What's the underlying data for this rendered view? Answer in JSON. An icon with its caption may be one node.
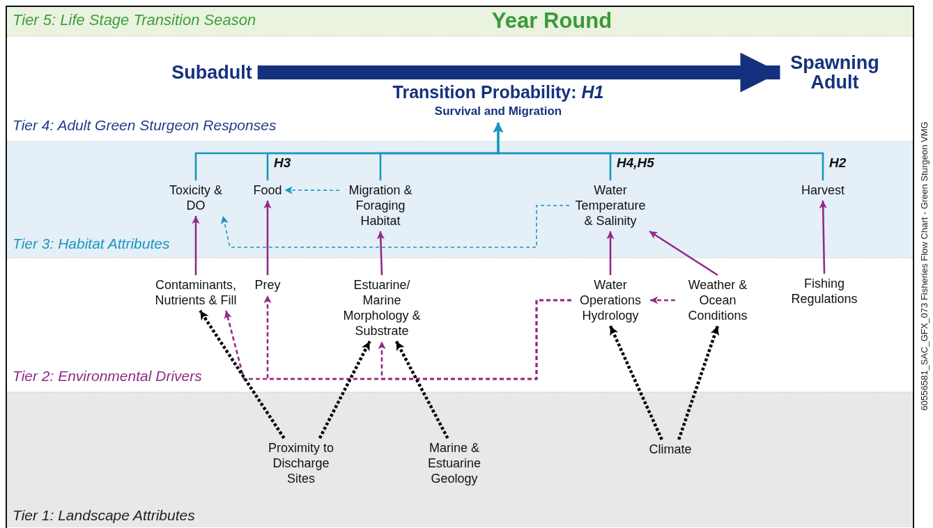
{
  "diagram": {
    "nodes": [
      {
        "text": [
          "Subadult"
        ]
      },
      {
        "text": [
          "Spawning Adult"
        ]
      },
      {
        "text": [
          "Transition Probability: *H1*",
          "Survival and Migration"
        ]
      },
      {
        "text": [
          "Toxicity & DO"
        ]
      },
      {
        "text": [
          "Food"
        ]
      },
      {
        "text": [
          "Migration & Foraging Habitat"
        ]
      },
      {
        "text": [
          "Water Temperature & Salinity"
        ]
      },
      {
        "text": [
          "Harvest"
        ]
      },
      {
        "text": [
          "Contaminants, Nutrients & Fill"
        ]
      },
      {
        "text": [
          "Prey"
        ]
      },
      {
        "text": [
          "Estuarine/ Marine Morphology & Substrate"
        ]
      },
      {
        "text": [
          "Water Operations Hydrology"
        ]
      },
      {
        "text": [
          "Weather & Ocean Conditions"
        ]
      },
      {
        "text": [
          "Fishing Regulations"
        ]
      },
      {
        "text": [
          "Proximity to Discharge Sites"
        ]
      },
      {
        "text": [
          "Marine & Estuarine Geology"
        ]
      },
      {
        "text": [
          "Climate"
        ]
      }
    ],
    "edges": [
      {
        "from": 0,
        "to": 1,
        "arrow": "to",
        "style": "thick",
        "color": "#15317e"
      },
      {
        "from": 3,
        "to": 2,
        "arrow": "to",
        "color": "#1a96bc"
      },
      {
        "from": 4,
        "to": 2,
        "arrow": "to",
        "color": "#1a96bc",
        "label": "H3"
      },
      {
        "from": 5,
        "to": 2,
        "arrow": "to",
        "color": "#1a96bc"
      },
      {
        "from": 6,
        "to": 2,
        "arrow": "to",
        "color": "#1a96bc",
        "label": "H4,H5"
      },
      {
        "from": 7,
        "to": 2,
        "arrow": "to",
        "color": "#1a96bc",
        "label": "H2"
      },
      {
        "from": 5,
        "to": 4,
        "arrow": "to",
        "style": "dashed",
        "color": "#1a96bc"
      },
      {
        "from": 6,
        "to": 3,
        "arrow": "to",
        "style": "dashed",
        "color": "#1a96bc"
      },
      {
        "from": 8,
        "to": 3,
        "arrow": "to",
        "color": "#932a84"
      },
      {
        "from": 9,
        "to": 4,
        "arrow": "to",
        "color": "#932a84"
      },
      {
        "from": 10,
        "to": 5,
        "arrow": "to",
        "color": "#932a84"
      },
      {
        "from": 11,
        "to": 6,
        "arrow": "to",
        "color": "#932a84"
      },
      {
        "from": 12,
        "to": 6,
        "arrow": "to",
        "color": "#932a84"
      },
      {
        "from": 13,
        "to": 7,
        "arrow": "to",
        "color": "#932a84"
      },
      {
        "from": 11,
        "to": 8,
        "arrow": "to",
        "style": "dashed",
        "color": "#932a84"
      },
      {
        "from": 11,
        "to": 9,
        "arrow": "to",
        "style": "dashed",
        "color": "#932a84"
      },
      {
        "from": 11,
        "to": 10,
        "arrow": "to",
        "style": "dashed",
        "color": "#932a84"
      },
      {
        "from": 12,
        "to": 11,
        "arrow": "to",
        "style": "dashed",
        "color": "#932a84"
      },
      {
        "from": 14,
        "to": 8,
        "arrow": "to",
        "style": "dashed",
        "color": "#000000"
      },
      {
        "from": 14,
        "to": 10,
        "arrow": "to",
        "style": "dashed",
        "color": "#000000"
      },
      {
        "from": 15,
        "to": 10,
        "arrow": "to",
        "style": "dashed",
        "color": "#000000"
      },
      {
        "from": 16,
        "to": 11,
        "arrow": "to",
        "style": "dashed",
        "color": "#000000"
      },
      {
        "from": 16,
        "to": 12,
        "arrow": "to",
        "style": "dashed",
        "color": "#000000"
      }
    ],
    "labels": [
      "Tier 5: Life Stage Transition Season",
      "Year Round",
      "Tier 4: Adult Green Sturgeon Responses",
      "Tier 3: Habitat Attributes",
      "Tier 2: Environmental Drivers",
      "Tier 1: Landscape Attributes",
      "60556581_SAC_GFX_073 Fisheries Flow Chart - Green Sturgeon VMG"
    ]
  }
}
